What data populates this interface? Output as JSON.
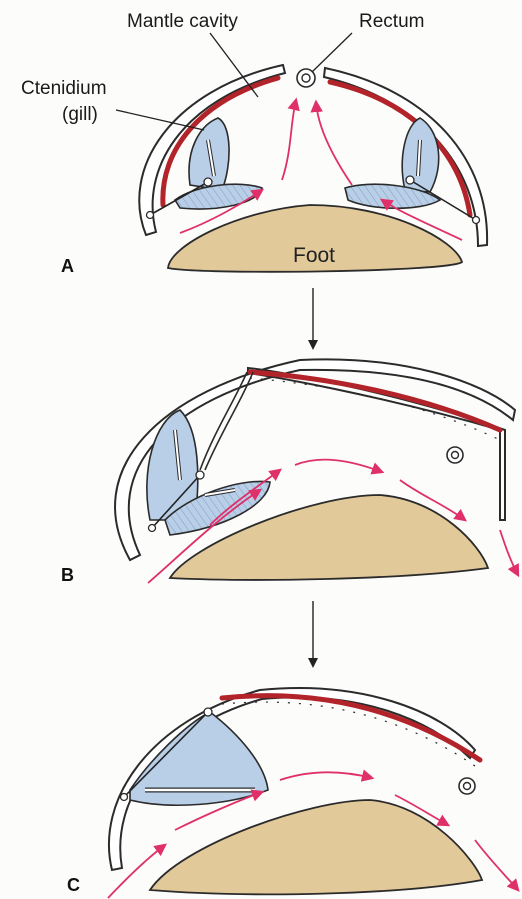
{
  "labels": {
    "mantle_cavity": "Mantle cavity",
    "rectum": "Rectum",
    "ctenidium_line1": "Ctenidium",
    "ctenidium_line2": "(gill)",
    "foot": "Foot"
  },
  "panels": {
    "a": "A",
    "b": "B",
    "c": "C"
  },
  "colors": {
    "gill": "#b9cfe8",
    "foot": "#e2c99a",
    "mantle_tissue": "#b2232a",
    "water_flow_arrow": "#e0306a"
  }
}
